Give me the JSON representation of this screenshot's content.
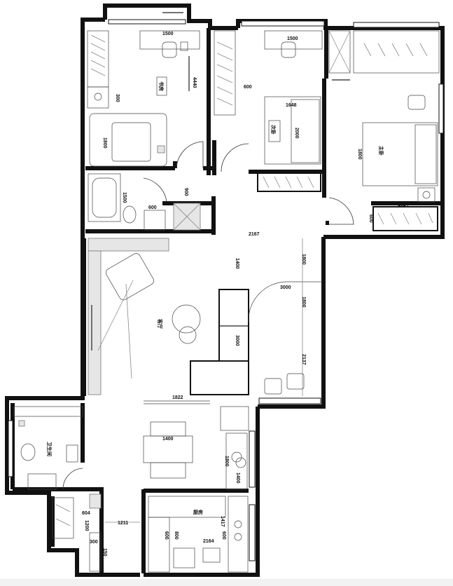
{
  "plan": {
    "dimensions": [
      {
        "id": "d-study-desk",
        "text": "1500"
      },
      {
        "id": "d-study-wall",
        "text": "4440"
      },
      {
        "id": "d-study-cabinet",
        "text": "300"
      },
      {
        "id": "d-study-sofa",
        "text": "1800"
      },
      {
        "id": "d-bedroom2-desk",
        "text": "1500"
      },
      {
        "id": "d-bedroom2-wardrobe",
        "text": "600"
      },
      {
        "id": "d-bedroom2-bed-w",
        "text": "1648"
      },
      {
        "id": "d-bedroom2-bed-l",
        "text": "2000"
      },
      {
        "id": "d-master-bed",
        "text": "1800"
      },
      {
        "id": "d-master-wardrobe",
        "text": "1924"
      },
      {
        "id": "d-master-wardrobe-depth",
        "text": "600"
      },
      {
        "id": "d-bath-tub",
        "text": "1500"
      },
      {
        "id": "d-bath-basin",
        "text": "600"
      },
      {
        "id": "d-bath-shower",
        "text": "900"
      },
      {
        "id": "d-corridor",
        "text": "2167"
      },
      {
        "id": "d-living-sofa",
        "text": "1400"
      },
      {
        "id": "d-living-right1",
        "text": "1800"
      },
      {
        "id": "d-living-arc",
        "text": "3000"
      },
      {
        "id": "d-living-right2",
        "text": "1800"
      },
      {
        "id": "d-living-sofa-len",
        "text": "3000"
      },
      {
        "id": "d-living-right3",
        "text": "2137"
      },
      {
        "id": "d-living-bottom",
        "text": "1822"
      },
      {
        "id": "d-dining-table",
        "text": "1400"
      },
      {
        "id": "d-kitchen-right",
        "text": "1800"
      },
      {
        "id": "d-kitchen-right2",
        "text": "1400"
      },
      {
        "id": "d-kitchen-top",
        "text": "1417"
      },
      {
        "id": "d-kitchen-bottom",
        "text": "2164"
      },
      {
        "id": "d-kitchen-left",
        "text": "600"
      },
      {
        "id": "d-kitchen-left2",
        "text": "800"
      },
      {
        "id": "d-kitchen-small",
        "text": "600"
      },
      {
        "id": "d-entry",
        "text": "1211"
      },
      {
        "id": "d-entry-cab",
        "text": "604"
      },
      {
        "id": "d-entry-cab2",
        "text": "1200"
      },
      {
        "id": "d-entry-cab3",
        "text": "300"
      },
      {
        "id": "d-entry-cab4",
        "text": "150"
      }
    ],
    "room_labels": [
      {
        "id": "lbl-study",
        "text": "书房"
      },
      {
        "id": "lbl-bedroom2",
        "text": "次卧"
      },
      {
        "id": "lbl-master",
        "text": "主卧"
      },
      {
        "id": "lbl-living",
        "text": "客厅"
      },
      {
        "id": "lbl-bath2",
        "text": "卫生间"
      },
      {
        "id": "lbl-kitchen",
        "text": "厨房"
      }
    ]
  }
}
